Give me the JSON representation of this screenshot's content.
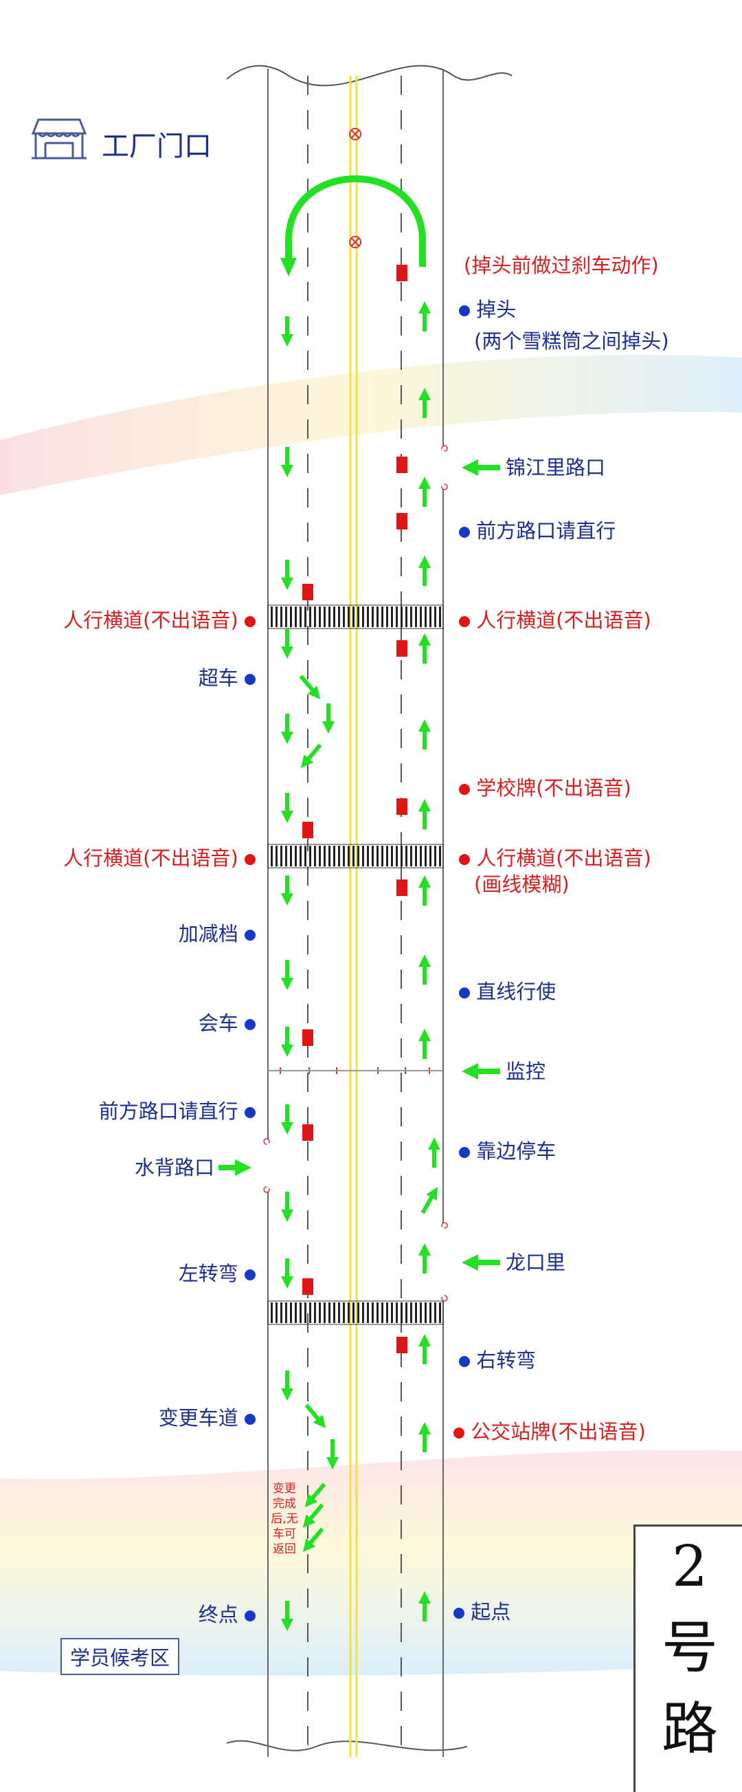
{
  "gate": {
    "label": "工厂门口",
    "icon": "gate-icon"
  },
  "route": {
    "number": "2",
    "char1": "号",
    "char2": "路"
  },
  "waiting_area": "学员候考区",
  "lane_change_note": "变更完成后,无车可返回",
  "colors": {
    "road_line": "#666666",
    "center_line": "#f2e23a",
    "arrow": "#22e022",
    "marker": "#e01515",
    "blue_text": "#1d2f8c",
    "red_text": "#d91e1e"
  },
  "right_labels": [
    {
      "text": "(掉头前做过刹车动作)",
      "color": "red",
      "dot": false
    },
    {
      "text": "掉头",
      "color": "blue",
      "dot": "b"
    },
    {
      "text": "(两个雪糕筒之间掉头)",
      "color": "blue",
      "dot": false
    },
    {
      "text": "锦江里路口",
      "color": "blue",
      "dot": false,
      "arrow": true
    },
    {
      "text": "前方路口请直行",
      "color": "blue",
      "dot": "b"
    },
    {
      "text": "人行横道(不出语音)",
      "color": "red",
      "dot": "r"
    },
    {
      "text": "学校牌(不出语音)",
      "color": "red",
      "dot": "r"
    },
    {
      "text": "人行横道(不出语音)",
      "color": "red",
      "dot": "r"
    },
    {
      "text": "(画线模糊)",
      "color": "red",
      "dot": false
    },
    {
      "text": "直线行使",
      "color": "blue",
      "dot": "b"
    },
    {
      "text": "监控",
      "color": "blue",
      "dot": false,
      "arrow": true
    },
    {
      "text": "靠边停车",
      "color": "blue",
      "dot": "b"
    },
    {
      "text": "龙口里",
      "color": "blue",
      "dot": false,
      "arrow": true
    },
    {
      "text": "右转弯",
      "color": "blue",
      "dot": "b"
    },
    {
      "text": "公交站牌(不出语音)",
      "color": "red",
      "dot": "r"
    },
    {
      "text": "起点",
      "color": "blue",
      "dot": "b"
    }
  ],
  "left_labels": [
    {
      "text": "人行横道(不出语音)",
      "color": "red",
      "dot": "r"
    },
    {
      "text": "超车",
      "color": "blue",
      "dot": "b"
    },
    {
      "text": "人行横道(不出语音)",
      "color": "red",
      "dot": "r"
    },
    {
      "text": "加减档",
      "color": "blue",
      "dot": "b"
    },
    {
      "text": "会车",
      "color": "blue",
      "dot": "b"
    },
    {
      "text": "前方路口请直行",
      "color": "blue",
      "dot": "b"
    },
    {
      "text": "水背路口",
      "color": "blue",
      "dot": false,
      "arrow": true
    },
    {
      "text": "左转弯",
      "color": "blue",
      "dot": "b"
    },
    {
      "text": "变更车道",
      "color": "blue",
      "dot": "b"
    },
    {
      "text": "终点",
      "color": "blue",
      "dot": "b"
    }
  ]
}
